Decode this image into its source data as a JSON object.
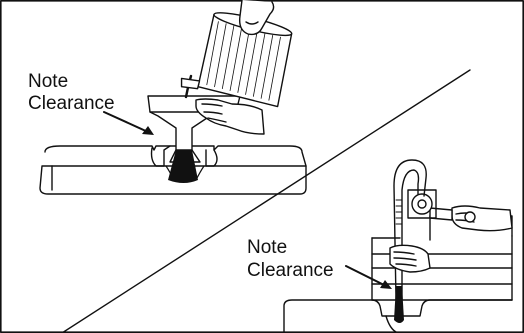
{
  "top_panel": {
    "label_line1": "Note",
    "label_line2": "Clearance"
  },
  "bottom_panel": {
    "label_line1": "Note",
    "label_line2": "Clearance"
  },
  "colors": {
    "line": "#111111",
    "fill_dark": "#111111",
    "background": "#ffffff"
  }
}
